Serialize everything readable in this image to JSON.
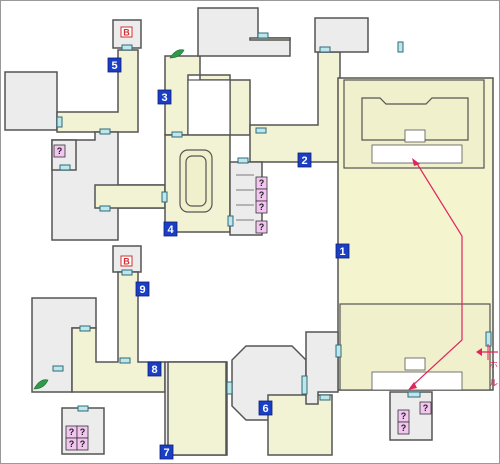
{
  "map": {
    "markers": [
      "1",
      "2",
      "3",
      "4",
      "5",
      "6",
      "7",
      "8",
      "9"
    ],
    "boss_label": "B",
    "unknown_label": "?",
    "exit_label": "ホール",
    "colors": {
      "marker": "#1a3fc4",
      "hall": "#f4f4cf",
      "corridor": "#f2f2d4",
      "room": "#ececec",
      "door": "#bde7ea",
      "route_arrow": "#e0245e",
      "unknown_tile": "#f2c6f0",
      "boss": "#d13030",
      "leaf": "#2e9a4a"
    },
    "icons": [
      "boss-icon",
      "unknown-item-icon",
      "leaf-icon",
      "stairs-icon",
      "route-arrow-icon",
      "exit-arrow-icon"
    ]
  }
}
